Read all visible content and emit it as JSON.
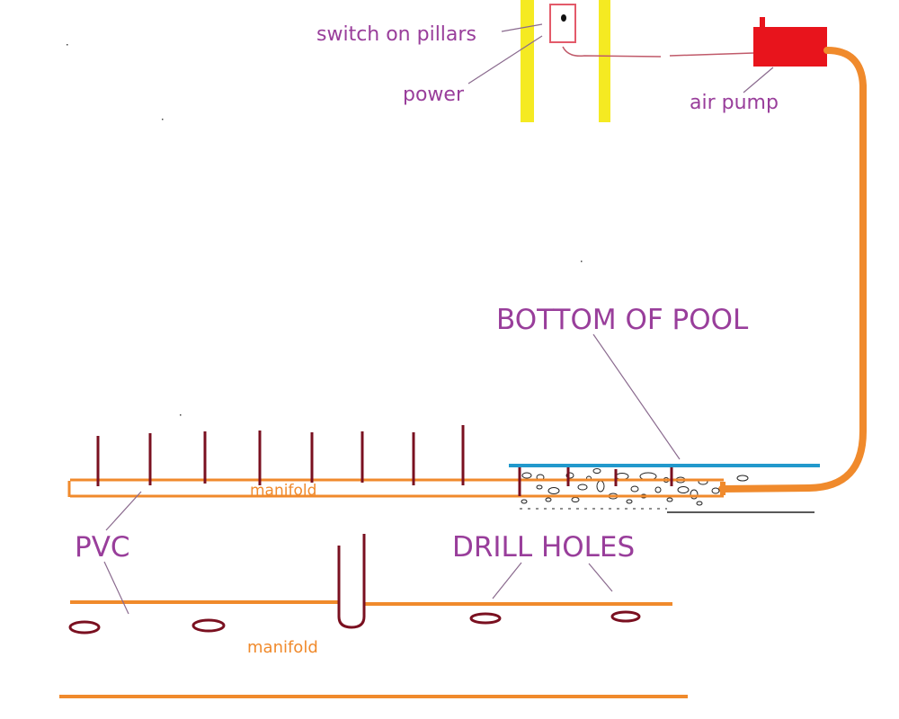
{
  "labels": {
    "switch": "switch on pillars",
    "power": "power",
    "air_pump": "air pump",
    "bottom_of_pool": "BOTTOM OF POOL",
    "manifold_top": "manifold",
    "pvc": "PVC",
    "drill_holes": "DRILL HOLES",
    "manifold_bottom": "manifold"
  },
  "colors": {
    "label": "#993e9b",
    "manifold_label": "#f08a2c",
    "pipe": "#f08a2c",
    "pillar": "#f5ea22",
    "pump": "#e8141c",
    "switch_box": "#e35a6a",
    "pool_line": "#2299cc",
    "spike": "#7a1020",
    "leader": "#8a6a8e"
  }
}
